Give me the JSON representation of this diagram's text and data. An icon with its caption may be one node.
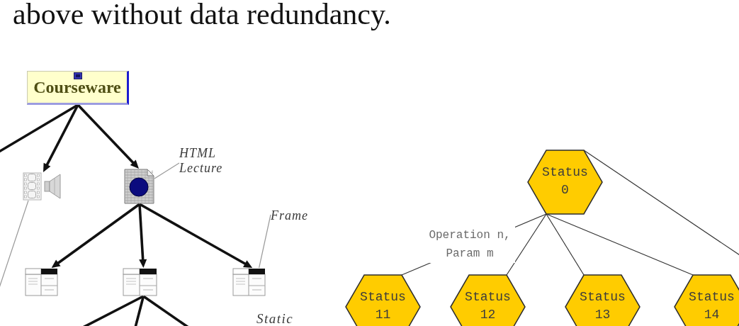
{
  "diagram": {
    "nodes": [
      {
        "text": [
          "Courseware"
        ]
      },
      {
        "text": [],
        "shape": "picture"
      },
      {
        "text": [],
        "shape": "picture"
      },
      {
        "text": [
          "HTML Lecture"
        ]
      },
      {
        "text": [],
        "shape": "picture"
      },
      {
        "text": [],
        "shape": "picture"
      },
      {
        "text": [],
        "shape": "picture"
      },
      {
        "text": [
          "Frame"
        ]
      },
      {
        "text": [
          "Status 0"
        ]
      },
      {
        "text": [
          "Status 11"
        ]
      },
      {
        "text": [
          "Status 12"
        ]
      },
      {
        "text": [
          "Status 13"
        ]
      },
      {
        "text": [
          "Status 14"
        ]
      }
    ],
    "edges": [
      {
        "from": 0,
        "to": null,
        "arrow": "none"
      },
      {
        "from": 0,
        "to": 1,
        "arrow": "to"
      },
      {
        "from": 0,
        "to": 2,
        "arrow": "to"
      },
      {
        "from": 3,
        "to": 2,
        "arrow": "none",
        "color": "#9a9a9a"
      },
      {
        "from": null,
        "to": 1,
        "arrow": "none",
        "color": "#9a9a9a"
      },
      {
        "from": 2,
        "to": 4,
        "arrow": "to"
      },
      {
        "from": 2,
        "to": 5,
        "arrow": "to"
      },
      {
        "from": 2,
        "to": 6,
        "arrow": "to"
      },
      {
        "from": 7,
        "to": 6,
        "arrow": "none",
        "color": "#9a9a9a"
      },
      {
        "from": 5,
        "to": null,
        "arrow": "none"
      },
      {
        "from": 5,
        "to": null,
        "arrow": "none"
      },
      {
        "from": 5,
        "to": null,
        "arrow": "none"
      },
      {
        "from": 8,
        "to": 9,
        "arrow": "none",
        "label": "Operation n, Param m",
        "color": "#333333"
      },
      {
        "from": 8,
        "to": 10,
        "arrow": "none",
        "color": "#333333"
      },
      {
        "from": 8,
        "to": 11,
        "arrow": "none",
        "color": "#333333"
      },
      {
        "from": 8,
        "to": 12,
        "arrow": "none",
        "color": "#333333"
      },
      {
        "from": 8,
        "to": null,
        "arrow": "none",
        "color": "#333333"
      }
    ],
    "labels": [
      "above without data redundancy.",
      "Static"
    ]
  }
}
